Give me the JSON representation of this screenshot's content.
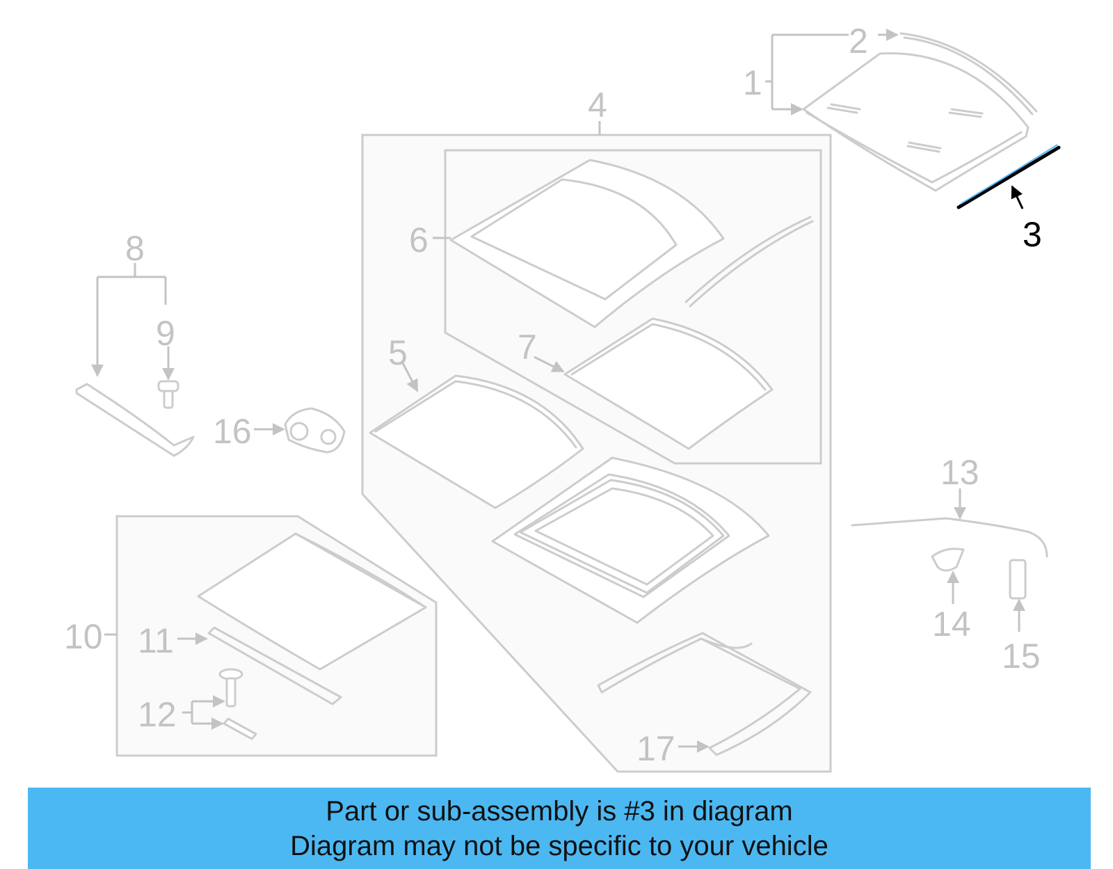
{
  "labels": {
    "l1": "1",
    "l2": "2",
    "l3": "3",
    "l4": "4",
    "l5": "5",
    "l6": "6",
    "l7": "7",
    "l8": "8",
    "l9": "9",
    "l10": "10",
    "l11": "11",
    "l12": "12",
    "l13": "13",
    "l14": "14",
    "l15": "15",
    "l16": "16",
    "l17": "17"
  },
  "highlight": {
    "part": "3",
    "color": "#000000",
    "accent": "#4cb8f2"
  },
  "banner": {
    "line1": "Part or sub-assembly is #3 in diagram",
    "line2": "Diagram may not be specific to your vehicle",
    "color": "#4cb8f2"
  }
}
